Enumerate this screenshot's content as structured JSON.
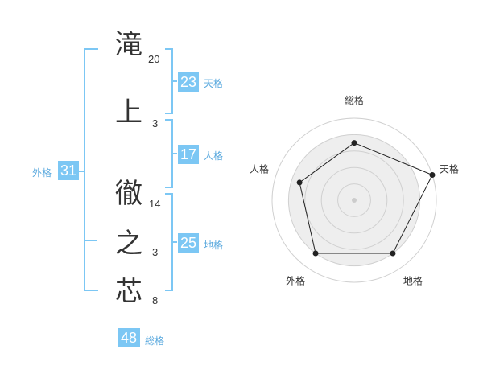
{
  "name": {
    "chars": [
      {
        "char": "滝",
        "strokes": "20"
      },
      {
        "char": "上",
        "strokes": "3"
      },
      {
        "char": "徹",
        "strokes": "14"
      },
      {
        "char": "之",
        "strokes": "3"
      },
      {
        "char": "芯",
        "strokes": "8"
      }
    ]
  },
  "fortune": {
    "tenkaku": {
      "value": "23",
      "label": "天格"
    },
    "jinkaku": {
      "value": "17",
      "label": "人格"
    },
    "chikaku": {
      "value": "25",
      "label": "地格"
    },
    "gaikaku": {
      "value": "31",
      "label": "外格"
    },
    "soukaku": {
      "value": "48",
      "label": "総格"
    }
  },
  "colors": {
    "accent": "#7cc7f4",
    "text": "#333333"
  },
  "chart_data": {
    "type": "radar",
    "axes": [
      "総格",
      "天格",
      "地格",
      "外格",
      "人格"
    ],
    "values": [
      3.5,
      5,
      4,
      4,
      3.5
    ],
    "max": 5,
    "rings": 5
  }
}
